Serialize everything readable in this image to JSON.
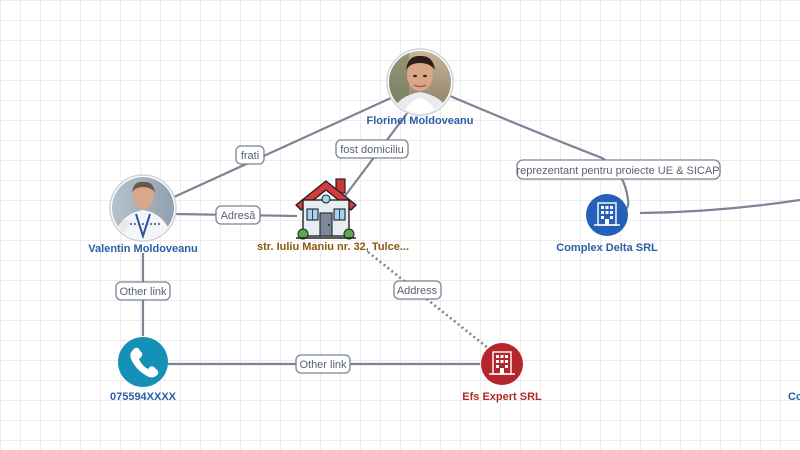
{
  "nodes": {
    "florinel": {
      "label": "Florinel Moldoveanu",
      "icon": "person-photo-icon"
    },
    "valentin": {
      "label": "Valentin Moldoveanu",
      "icon": "person-photo-icon"
    },
    "address": {
      "label": "str. Iuliu Maniu nr. 32, Tulce...",
      "icon": "house-icon"
    },
    "complex_delta": {
      "label": "Complex Delta SRL",
      "icon": "company-building-icon"
    },
    "phone": {
      "label": "075594XXXX",
      "icon": "phone-icon"
    },
    "efs_expert": {
      "label": "Efs Expert SRL",
      "icon": "company-building-icon"
    },
    "offscreen": {
      "label": "Co"
    }
  },
  "edges": {
    "frati": "frati",
    "fost_domiciliu": "fost domiciliu",
    "reprezentant": "reprezentant pentru proiecte UE & SICAP",
    "adresa": "Adresă",
    "other_link_vertical": "Other link",
    "other_link_horizontal": "Other link",
    "address_link": "Address"
  },
  "colors": {
    "label_blue": "#2b5ea7",
    "label_brown": "#8b5a12",
    "label_red": "#b12a2a",
    "company_blue": "#2460b8",
    "phone_teal": "#1591b8",
    "company_red": "#b3262c",
    "edge_gray": "#7a8494"
  }
}
